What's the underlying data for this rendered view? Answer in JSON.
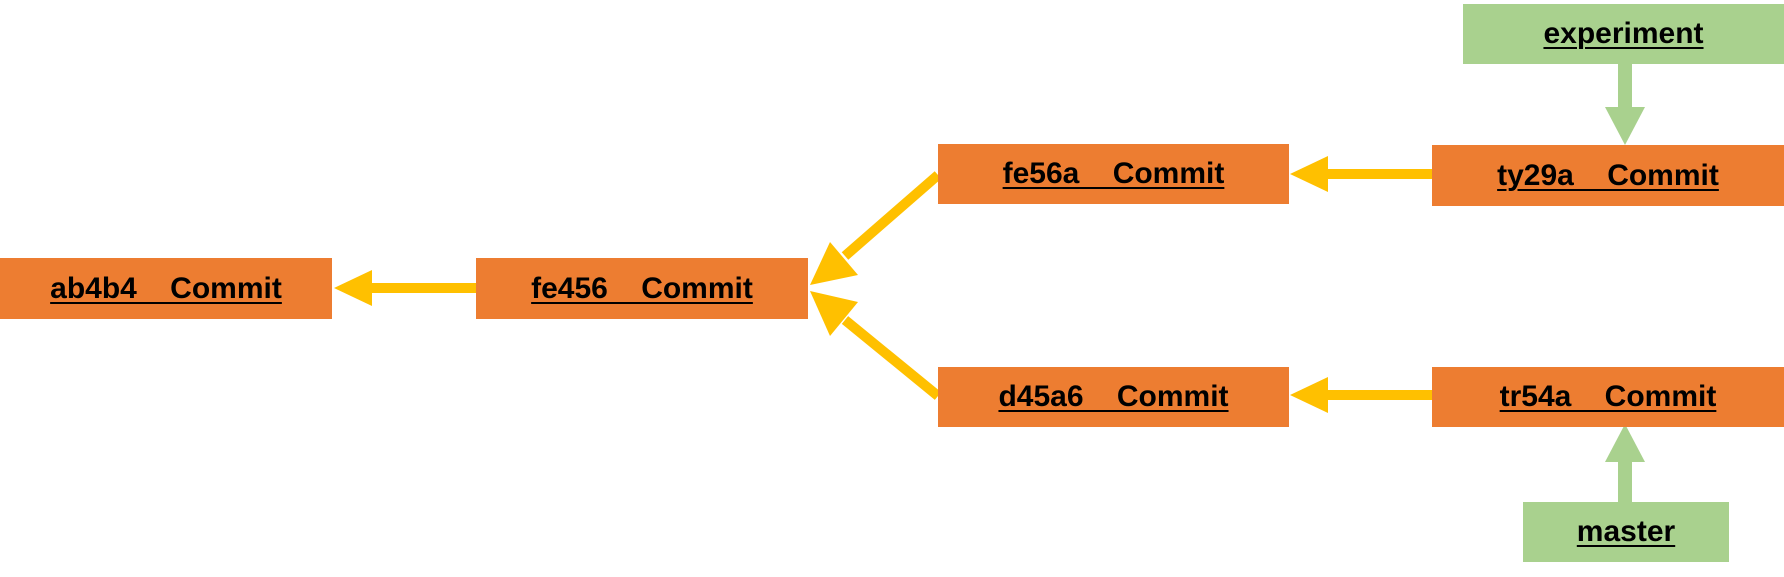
{
  "colors": {
    "commit_fill": "#ed7d31",
    "branch_fill": "#a9d18e",
    "parent_arrow": "#ffc000",
    "branch_arrow": "#a9d18e",
    "text": "#000000"
  },
  "commits": [
    {
      "id": "ab4b4",
      "label": "ab4b4    Commit"
    },
    {
      "id": "fe456",
      "label": "fe456    Commit"
    },
    {
      "id": "fe56a",
      "label": "fe56a    Commit"
    },
    {
      "id": "d45a6",
      "label": "d45a6    Commit"
    },
    {
      "id": "ty29a",
      "label": "ty29a    Commit"
    },
    {
      "id": "tr54a",
      "label": "tr54a    Commit"
    }
  ],
  "branches": [
    {
      "id": "experiment",
      "label": "experiment",
      "points_to": "ty29a"
    },
    {
      "id": "master",
      "label": "master",
      "points_to": "tr54a"
    }
  ],
  "parent_links": [
    {
      "from": "fe456",
      "to": "ab4b4"
    },
    {
      "from": "fe56a",
      "to": "fe456"
    },
    {
      "from": "d45a6",
      "to": "fe456"
    },
    {
      "from": "ty29a",
      "to": "fe56a"
    },
    {
      "from": "tr54a",
      "to": "d45a6"
    }
  ]
}
